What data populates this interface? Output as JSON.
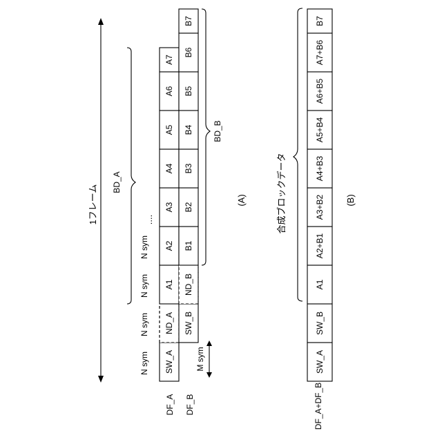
{
  "figure_a": {
    "frame_label": "1フレーム",
    "row_a_label": "DF_A",
    "row_b_label": "DF_B",
    "row_a_cells": [
      "SW_A",
      "ND_A",
      "A1",
      "A2",
      "A3",
      "A4",
      "A5",
      "A6",
      "A7"
    ],
    "row_b_cells": [
      "SW_B",
      "ND_B",
      "B1",
      "B2",
      "B3",
      "B4",
      "B5",
      "B6",
      "B7"
    ],
    "n_sym_label": "N sym",
    "m_sym_label": "M sym",
    "bd_a_label": "BD_A",
    "bd_b_label": "BD_B",
    "ellipsis": "....",
    "caption": "(A)"
  },
  "figure_b": {
    "row_label": "DF_A+DF_B",
    "cells": [
      "SW_A",
      "SW_B",
      "A1",
      "A2+B1",
      "A3+B2",
      "A4+B3",
      "A5+B4",
      "A6+B5",
      "A7+B6",
      "B7"
    ],
    "composite_label": "合成ブロックデータ",
    "caption": "(B)"
  }
}
